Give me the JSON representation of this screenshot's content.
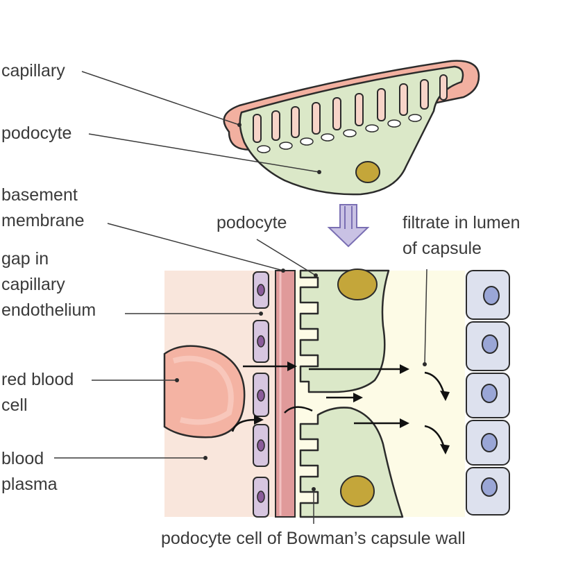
{
  "labels": {
    "capillary": "capillary",
    "podocyte_top": "podocyte",
    "basement_membrane": "basement\nmembrane",
    "podocyte_middle": "podocyte",
    "filtrate": "filtrate in lumen\nof capsule",
    "gap": "gap in\ncapillary\nendothelium",
    "red_blood_cell": "red blood\ncell",
    "blood_plasma": "blood\nplasma",
    "caption": "podocyte cell of Bowman’s capsule wall"
  },
  "colors": {
    "capillary_fill": "#f2b0a0",
    "podocyte_fill": "#dbe8c8",
    "plasma_bg": "#f9e6dc",
    "lumen_bg": "#fdfbe6",
    "endothelium_fill": "#d7c6e0",
    "membrane_fill": "#e09a9a",
    "nucleus_fill": "#c4a63a",
    "capsule_cell_fill": "#dde1ee",
    "capsule_nucleus_fill": "#9aa6d6",
    "arrow_fill": "#9f92c9"
  }
}
